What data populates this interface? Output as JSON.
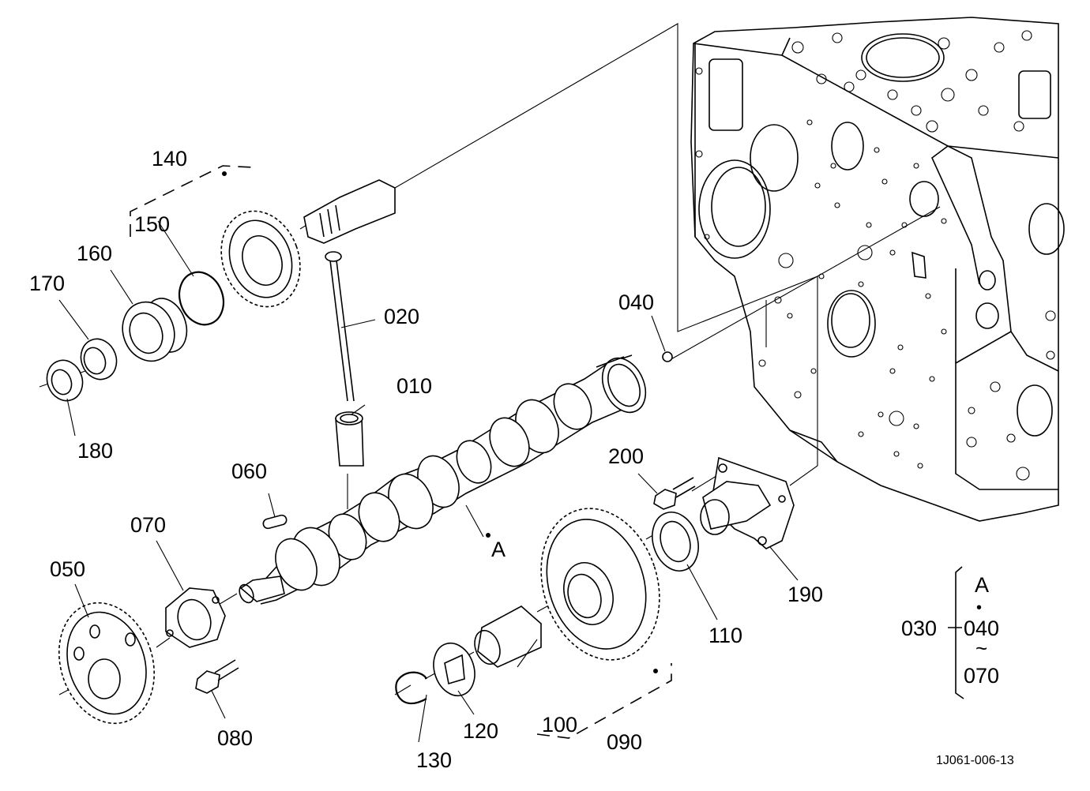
{
  "diagram": {
    "callouts": [
      {
        "id": "010",
        "label": "010"
      },
      {
        "id": "020",
        "label": "020"
      },
      {
        "id": "030",
        "label": "030"
      },
      {
        "id": "040",
        "label": "040"
      },
      {
        "id": "050",
        "label": "050"
      },
      {
        "id": "060",
        "label": "060"
      },
      {
        "id": "070",
        "label": "070"
      },
      {
        "id": "080",
        "label": "080"
      },
      {
        "id": "090",
        "label": "090"
      },
      {
        "id": "100",
        "label": "100"
      },
      {
        "id": "110",
        "label": "110"
      },
      {
        "id": "120",
        "label": "120"
      },
      {
        "id": "130",
        "label": "130"
      },
      {
        "id": "140",
        "label": "140"
      },
      {
        "id": "150",
        "label": "150"
      },
      {
        "id": "160",
        "label": "160"
      },
      {
        "id": "170",
        "label": "170"
      },
      {
        "id": "180",
        "label": "180"
      },
      {
        "id": "190",
        "label": "190"
      },
      {
        "id": "200",
        "label": "200"
      }
    ],
    "reference_letter": "A",
    "assembly_note": {
      "label": "030",
      "letter": "A",
      "bullet": "•",
      "from": "040",
      "tilde": "~",
      "to": "070"
    },
    "drawing_id": "1J061-006-13"
  }
}
